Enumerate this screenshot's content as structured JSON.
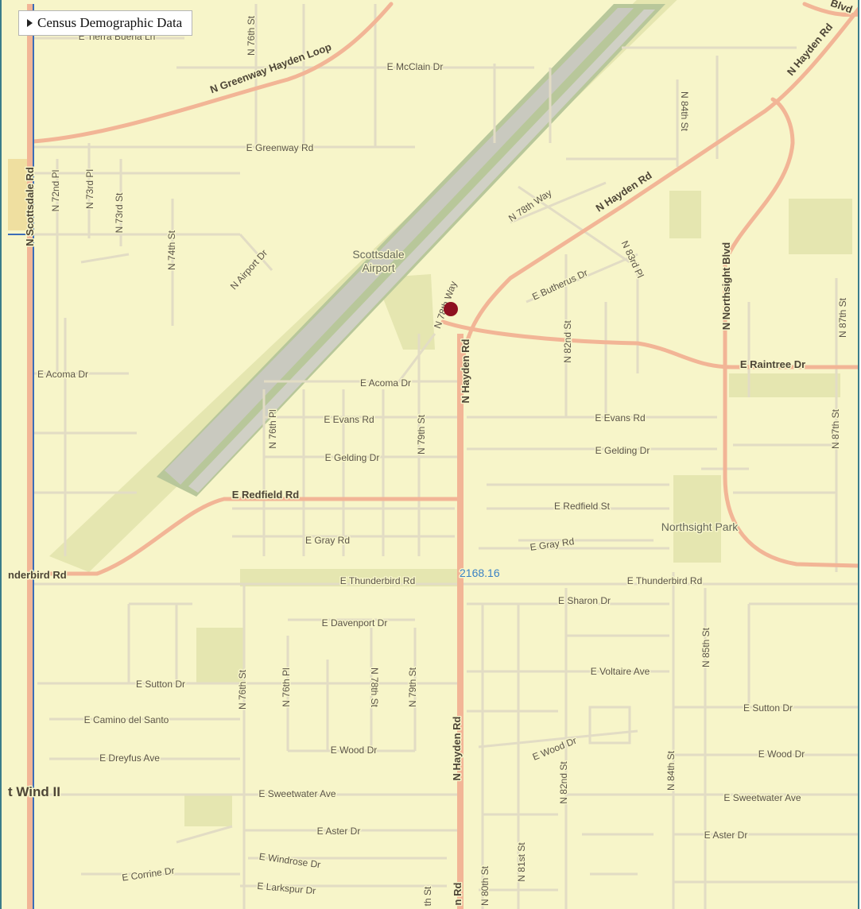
{
  "legend": {
    "title": "Census Demographic Data"
  },
  "poi": {
    "airport_line1": "Scottsdale",
    "airport_line2": "Airport",
    "park": "Northsight Park"
  },
  "measure": {
    "value": "2168.16"
  },
  "area_label": "t Wind II",
  "colors": {
    "land": "#f7f5c9",
    "minor_road": "#e2dcc4",
    "arterial": "#f2b596",
    "highway_blue": "#3b6db8",
    "runway": "#a9bd8e",
    "marker": "#8e1020"
  },
  "streets": {
    "tierra_buena": "E Tierra Buena Ln",
    "mcclain": "E McClain Dr",
    "greenway_hayden_loop": "N Greenway Hayden Loop",
    "greenway": "E Greenway Rd",
    "n76th_top": "N 76th St",
    "n84th_top": "N 84th St",
    "hayden_ne": "N Hayden Rd",
    "scottsdale": "N Scottsdale Rd",
    "n72nd_pl": "N 72nd Pl",
    "n73rd_pl": "N 73rd Pl",
    "n73rd_st": "N 73rd St",
    "n74th": "N 74th St",
    "airport_dr": "N Airport Dr",
    "n78th_way_upper": "N 78th Way",
    "n78th_way_lower": "N 78th Way",
    "hayden_diag": "N Hayden Rd",
    "butherus": "E Butherus Dr",
    "n83rd_pl": "N 83rd Pl",
    "northsight": "N Northsight Blvd",
    "n87th_top": "N 87th St",
    "n82nd_mid": "N 82nd St",
    "hayden_main": "N Hayden Rd",
    "raintree": "E Raintree Dr",
    "acoma_w": "E Acoma Dr",
    "acoma": "E Acoma Dr",
    "evans_w": "E Evans Rd",
    "evans_e": "E Evans Rd",
    "n76th_pl": "N 76th Pl",
    "n79th_mid": "N 79th St",
    "gelding_w": "E Gelding Dr",
    "gelding_e": "E Gelding Dr",
    "n87th_mid": "N 87th St",
    "redfield_rd": "E Redfield Rd",
    "redfield_st": "E Redfield St",
    "gray_w": "E Gray Rd",
    "gray_e": "E Gray Rd",
    "thunderbird_w": "nderbird Rd",
    "thunderbird_mid": "E Thunderbird Rd",
    "thunderbird_e": "E Thunderbird Rd",
    "sharon": "E Sharon Dr",
    "davenport": "E Davenport Dr",
    "voltaire": "E Voltaire Ave",
    "n85th": "N 85th St",
    "n76th_bot": "N 76th St",
    "n76th_pl_bot": "N 76th Pl",
    "n78th_bot": "N 78th St",
    "n79th_bot": "N 79th St",
    "sutton_w": "E Sutton Dr",
    "sutton_e": "E Sutton Dr",
    "camino": "E Camino del Santo",
    "dreyfus": "E Dreyfus Ave",
    "wood_w": "E Wood Dr",
    "wood_mid": "E Wood Dr",
    "wood_e": "E Wood Dr",
    "hayden_bot": "N Hayden Rd",
    "n82nd_bot": "N 82nd St",
    "n84th_bot": "N 84th St",
    "sweetwater_w": "E Sweetwater Ave",
    "sweetwater_e": "E Sweetwater Ave",
    "aster_w": "E Aster Dr",
    "aster_e": "E Aster Dr",
    "windrose": "E Windrose Dr",
    "corrine": "E Corrine Dr",
    "larkspur": "E Larkspur Dr",
    "n80th": "N 80th St",
    "n81st": "N 81st St",
    "hayden_edge": "n Rd",
    "edge_st": "th St",
    "blvd_corner": "Blvd"
  }
}
